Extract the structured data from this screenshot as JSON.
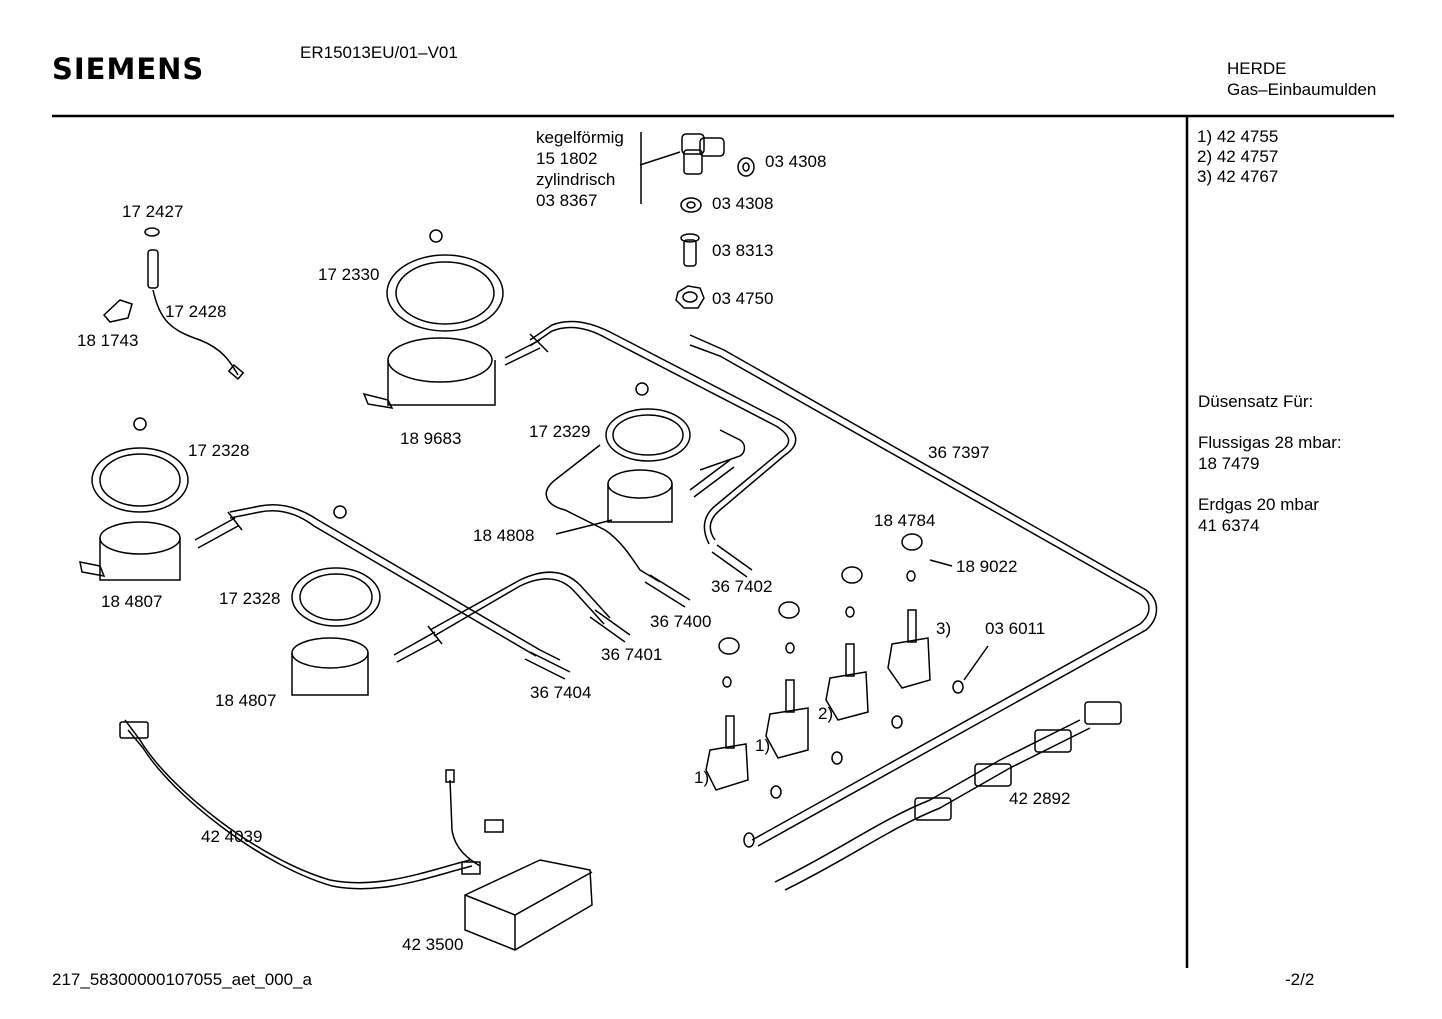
{
  "header": {
    "brand": "SIEMENS",
    "model": "ER15013EU/01–V01",
    "category": "HERDE",
    "subcategory": "Gas–Einbaumulden"
  },
  "footer": {
    "doc_id": "217_58300000107055_aet_000_a",
    "page": "-2/2"
  },
  "side_panel": {
    "variants": [
      "1) 42 4755",
      "2) 42 4757",
      "3) 42 4767"
    ],
    "nozzle_title": "Düsensatz Für:",
    "lpg_label": "Flussigas 28 mbar:",
    "lpg_part": "18 7479",
    "ng_label": "Erdgas 20 mbar",
    "ng_part": "41 6374"
  },
  "parts": {
    "p_kegel": "kegelförmig",
    "p_151802": "15 1802",
    "p_zyl": "zylindrisch",
    "p_038367": "03 8367",
    "p_034308a": "03 4308",
    "p_034308b": "03 4308",
    "p_038313": "03 8313",
    "p_034750": "03 4750",
    "p_172427": "17 2427",
    "p_172428": "17 2428",
    "p_181743": "18 1743",
    "p_172330": "17 2330",
    "p_189683": "18 9683",
    "p_172329": "17 2329",
    "p_172328a": "17 2328",
    "p_184807a": "18 4807",
    "p_184808": "18 4808",
    "p_367397": "36 7397",
    "p_184784": "18 4784",
    "p_189022": "18 9022",
    "p_367402": "36 7402",
    "p_172328b": "17 2328",
    "p_367400": "36 7400",
    "p_367401": "36 7401",
    "p_184807b": "18 4807",
    "p_367404": "36 7404",
    "p_3": "3)",
    "p_036011": "03 6011",
    "p_2": "2)",
    "p_1a": "1)",
    "p_1b": "1)",
    "p_424039": "42 4039",
    "p_422892": "42 2892",
    "p_423500": "42 3500"
  }
}
